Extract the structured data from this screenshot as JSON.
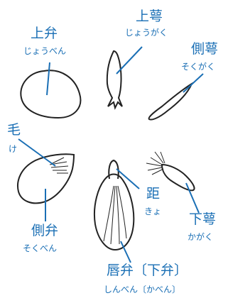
{
  "labels": {
    "upper_petal": {
      "text": "上弁",
      "reading": "じょうべん"
    },
    "upper_sepal": {
      "text": "上萼",
      "reading": "じょうがく"
    },
    "lateral_sepal": {
      "text": "側萼",
      "reading": "そくがく"
    },
    "hair": {
      "text": "毛",
      "reading": "け"
    },
    "spur": {
      "text": "距",
      "reading": "きょ"
    },
    "lower_sepal": {
      "text": "下萼",
      "reading": "かがく"
    },
    "lateral_petal": {
      "text": "側弁",
      "reading": "そくべん"
    },
    "lip_petal": {
      "text": "唇弁〔下弁〕",
      "reading": "しんべん〔かべん〕"
    }
  },
  "colors": {
    "label": "#1a6fb5",
    "line": "#1a6fb5",
    "outline": "#222222"
  }
}
